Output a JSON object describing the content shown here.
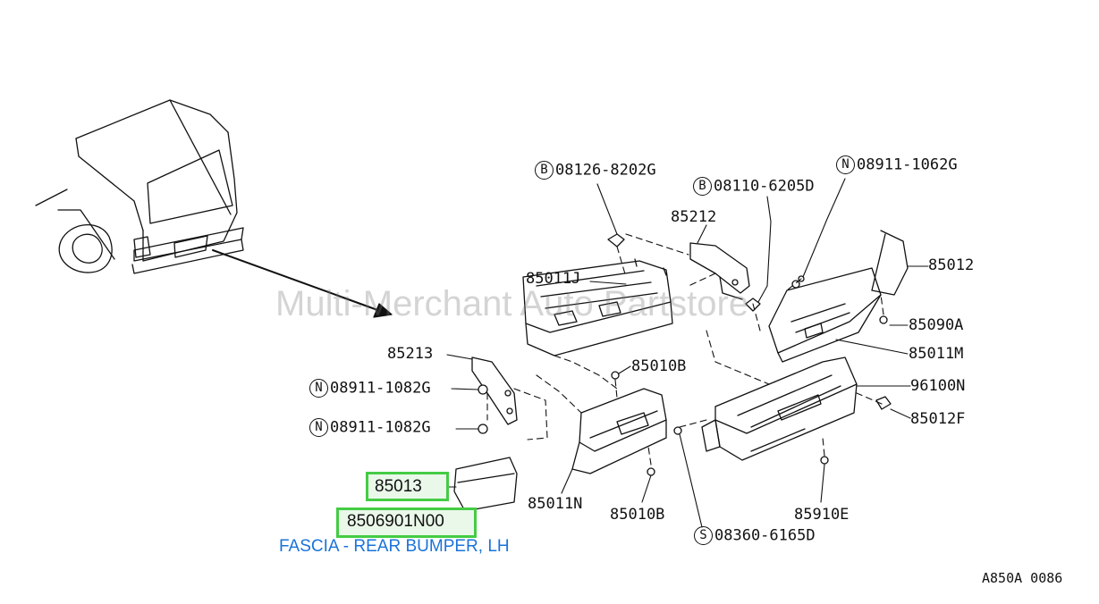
{
  "diagram": {
    "watermark": "Multi-Merchant Auto Partstore",
    "reference_code": "A850A 0086",
    "parts": [
      {
        "id": "p1",
        "prefix": "B",
        "number": "08126-8202G"
      },
      {
        "id": "p2",
        "prefix": "B",
        "number": "08110-6205D"
      },
      {
        "id": "p3",
        "prefix": "N",
        "number": "08911-1062G"
      },
      {
        "id": "p4",
        "prefix": "",
        "number": "85212"
      },
      {
        "id": "p5",
        "prefix": "",
        "number": "85012"
      },
      {
        "id": "p6",
        "prefix": "",
        "number": "85011J"
      },
      {
        "id": "p7",
        "prefix": "",
        "number": "85090A"
      },
      {
        "id": "p8",
        "prefix": "",
        "number": "85011M"
      },
      {
        "id": "p9",
        "prefix": "",
        "number": "85213"
      },
      {
        "id": "p10",
        "prefix": "",
        "number": "85010B"
      },
      {
        "id": "p11",
        "prefix": "N",
        "number": "08911-1082G"
      },
      {
        "id": "p12",
        "prefix": "",
        "number": "96100N"
      },
      {
        "id": "p13",
        "prefix": "N",
        "number": "08911-1082G"
      },
      {
        "id": "p14",
        "prefix": "",
        "number": "85012F"
      },
      {
        "id": "p15",
        "prefix": "",
        "number": "85011N"
      },
      {
        "id": "p16",
        "prefix": "",
        "number": "85010B"
      },
      {
        "id": "p17",
        "prefix": "",
        "number": "85910E"
      },
      {
        "id": "p18",
        "prefix": "S",
        "number": "08360-6165D"
      }
    ],
    "highlight": {
      "ref_number": "85013",
      "part_number": "8506901N00",
      "description": "FASCIA - REAR BUMPER, LH",
      "color": "#44cc44",
      "description_color": "#1a73d9"
    }
  }
}
